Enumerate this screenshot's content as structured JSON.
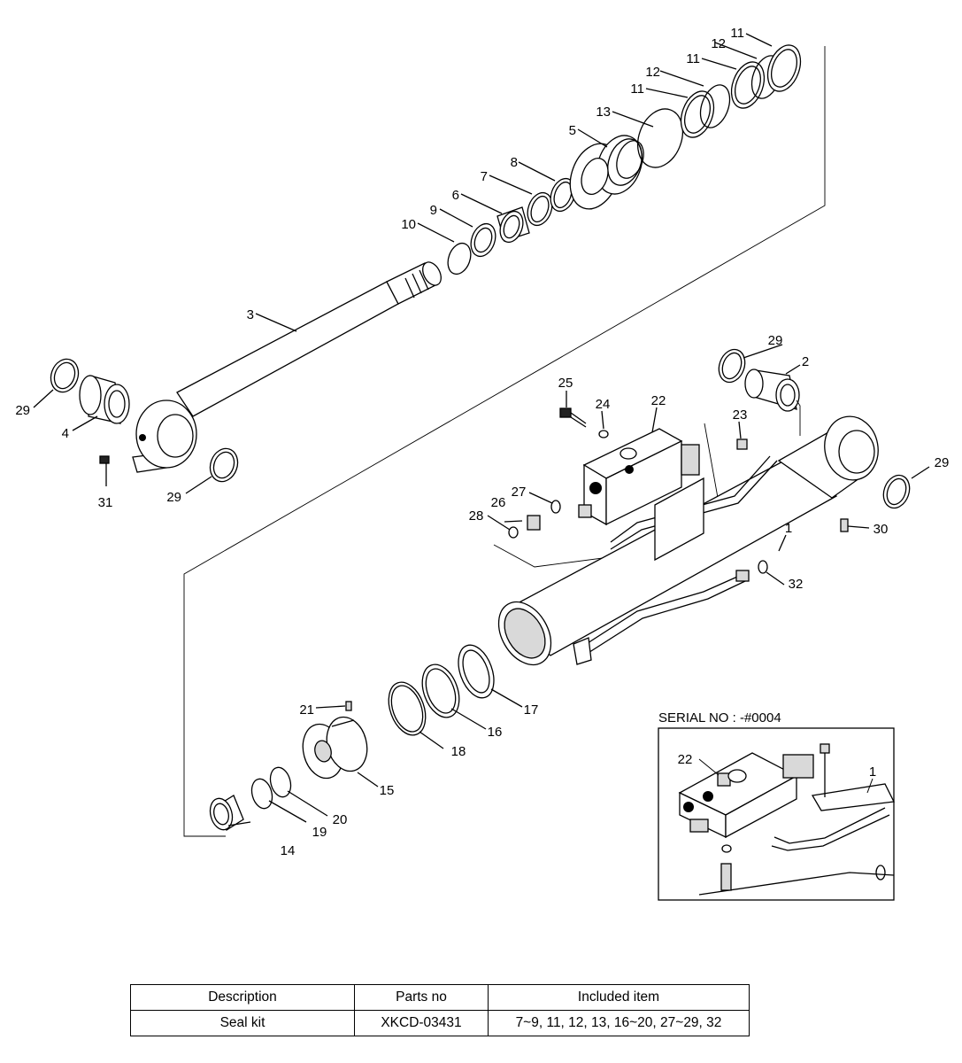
{
  "diagram": {
    "inset_title": "SERIAL NO : -#0004",
    "callouts": [
      "1",
      "2",
      "3",
      "4",
      "5",
      "6",
      "7",
      "8",
      "9",
      "10",
      "11",
      "12",
      "13",
      "14",
      "15",
      "16",
      "17",
      "18",
      "19",
      "20",
      "21",
      "22",
      "23",
      "24",
      "25",
      "26",
      "27",
      "28",
      "29",
      "30",
      "31",
      "32"
    ],
    "inset_callouts": [
      "22",
      "1"
    ]
  },
  "table": {
    "headers": [
      "Description",
      "Parts no",
      "Included item"
    ],
    "rows": [
      [
        "Seal kit",
        "XKCD-03431",
        "7~9, 11, 12, 13, 16~20, 27~29, 32"
      ]
    ]
  }
}
